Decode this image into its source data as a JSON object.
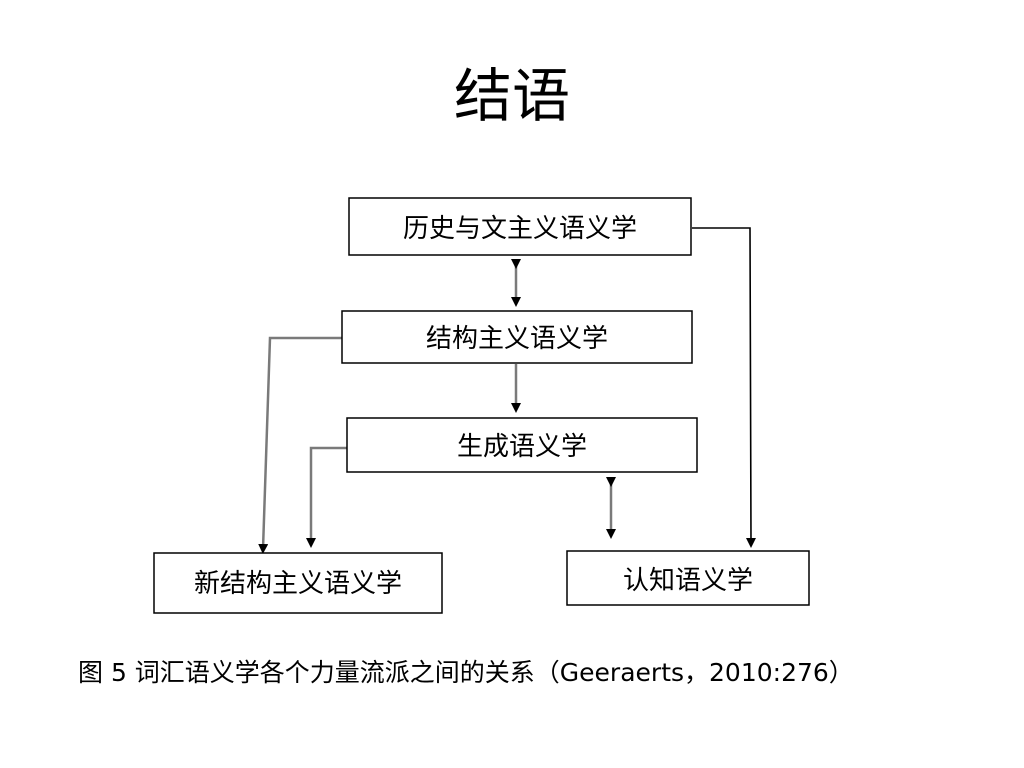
{
  "slide": {
    "title": "结语",
    "caption": "图 5  词汇语义学各个力量流派之间的关系（Geeraerts，2010:276）"
  },
  "diagram": {
    "nodes": {
      "historical": "历史与文主义语义学",
      "structural": "结构主义语义学",
      "generative": "生成语义学",
      "neostructural": "新结构主义语义学",
      "cognitive": "认知语义学"
    }
  }
}
